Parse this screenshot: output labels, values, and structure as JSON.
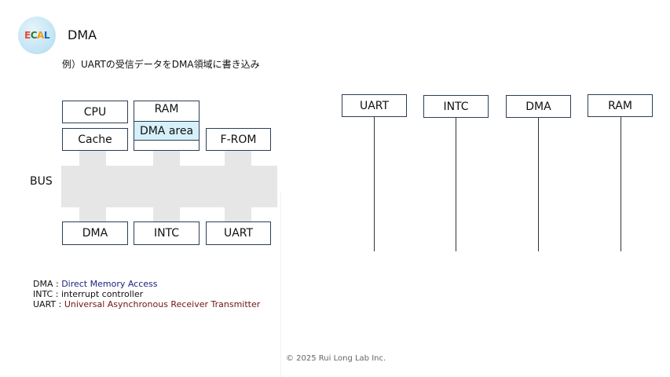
{
  "header": {
    "logo_letters": [
      "E",
      "C",
      "A",
      "L"
    ],
    "title": "DMA",
    "subtitle": "例）UARTの受信データをDMA領域に書き込み"
  },
  "block_diagram": {
    "bus_label": "BUS",
    "top_blocks": {
      "cpu": "CPU",
      "cache": "Cache",
      "ram": "RAM",
      "dma_area": "DMA area",
      "from": "F-ROM"
    },
    "bottom_blocks": {
      "dma": "DMA",
      "intc": "INTC",
      "uart": "UART"
    }
  },
  "legend": [
    {
      "key": "DMA : ",
      "value": "Direct Memory Access"
    },
    {
      "key": "INTC : ",
      "value": "interrupt controller"
    },
    {
      "key": "UART : ",
      "value": "Universal Asynchronous Receiver Transmitter"
    }
  ],
  "sequence": {
    "participants": [
      "UART",
      "INTC",
      "DMA",
      "RAM"
    ]
  },
  "footer": {
    "copyright": "© 2025 Rui Long Lab Inc."
  },
  "colors": {
    "bus": "#e6e6e6",
    "dma_area": "#d6f0fa",
    "border": "#2c3e55"
  }
}
